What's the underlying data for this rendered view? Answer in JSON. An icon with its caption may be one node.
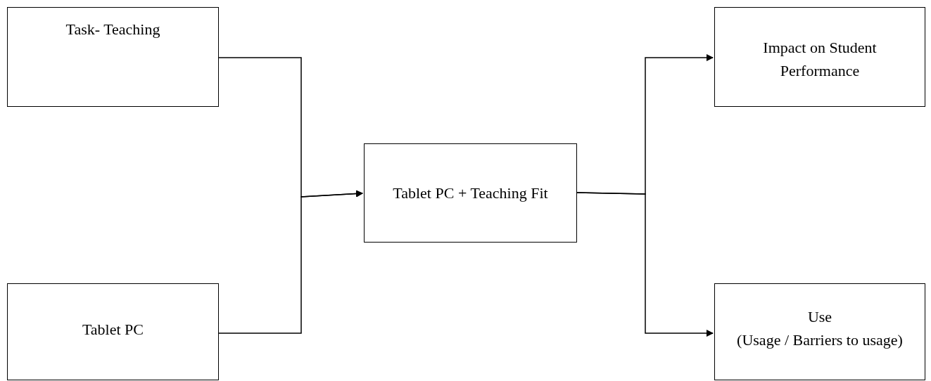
{
  "diagram": {
    "nodes": [
      {
        "text": [
          "Task- Teaching"
        ]
      },
      {
        "text": [
          "Tablet PC"
        ]
      },
      {
        "text": [
          "Tablet PC + Teaching Fit"
        ]
      },
      {
        "text": [
          "Impact on Student Performance"
        ]
      },
      {
        "text": [
          "Use",
          "(Usage / Barriers to usage)"
        ]
      }
    ],
    "edges": [
      {
        "from": 0,
        "to": 2,
        "arrow": "to"
      },
      {
        "from": 1,
        "to": 2,
        "arrow": "to"
      },
      {
        "from": 2,
        "to": 3,
        "arrow": "to"
      },
      {
        "from": 2,
        "to": 4,
        "arrow": "to"
      }
    ]
  }
}
